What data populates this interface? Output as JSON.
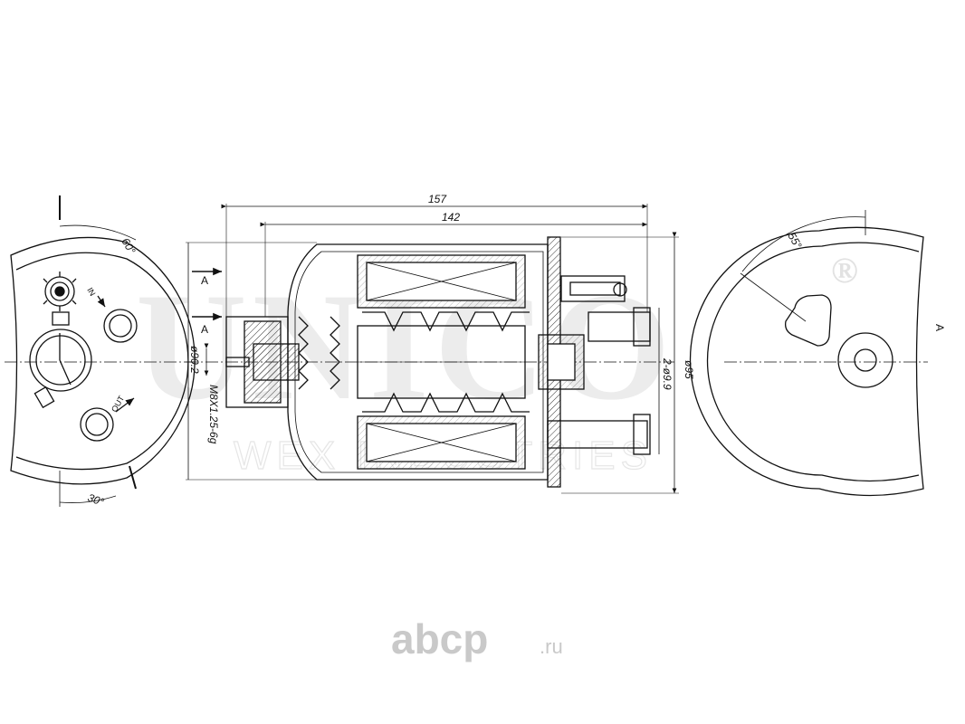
{
  "watermark": {
    "brand": "UNICO",
    "registered": "®",
    "subtitle": "WEX INDUSTRIES"
  },
  "dimensions": {
    "overall_length": "157",
    "body_length": "142",
    "diameter_body": "ø95",
    "diameter_neck": "ø90.2",
    "thread": "M8X1.25-6g",
    "pipe_diameter": "2-ø9.9",
    "angle_in": "60°",
    "angle_out": "30°",
    "angle_right": "55°"
  },
  "labels": {
    "section_mark": "A",
    "port_in": "IN",
    "port_out": "OUT"
  },
  "site_logo": {
    "name": "abcp",
    "tld": ".ru"
  }
}
